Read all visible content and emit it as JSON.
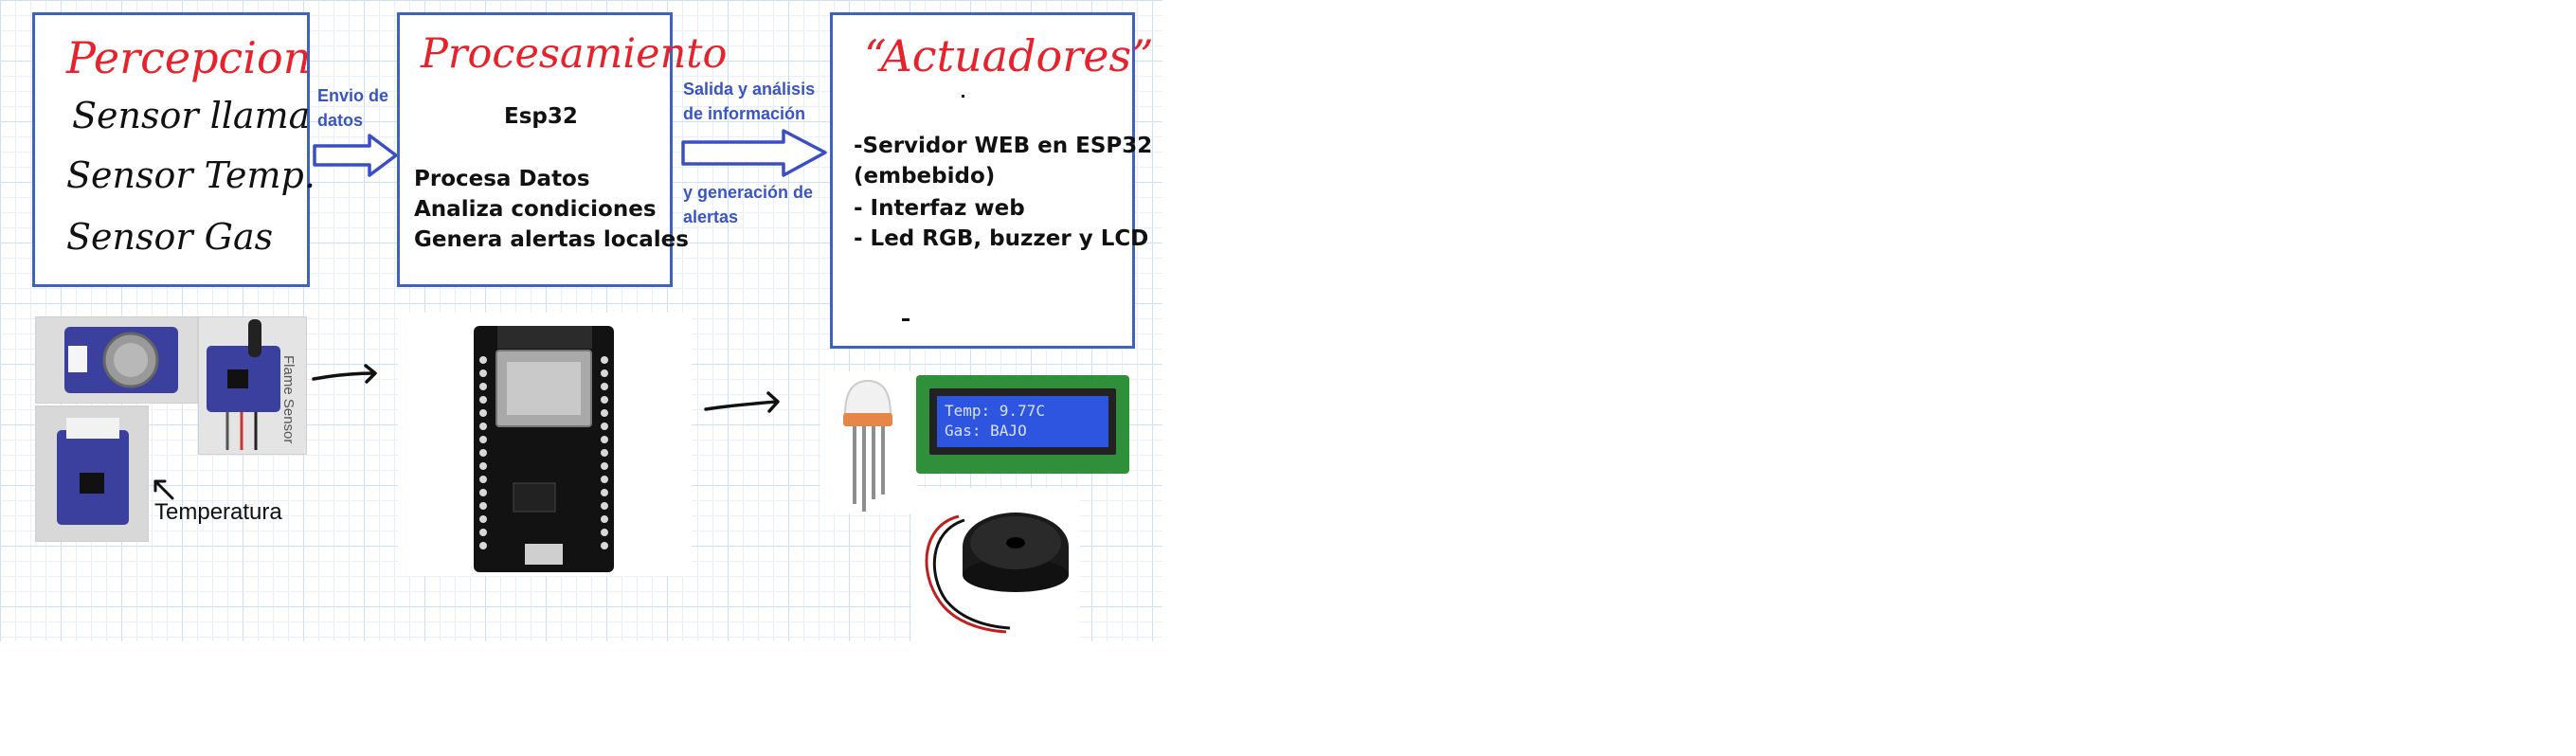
{
  "perception": {
    "title": "Percepcion",
    "items": [
      "Sensor llama",
      "Sensor Temp.",
      "Sensor Gas"
    ]
  },
  "processing": {
    "title": "Procesamiento",
    "chip": "Esp32",
    "items": [
      "Procesa Datos",
      "Analiza condiciones",
      "Genera alertas locales"
    ]
  },
  "actuators": {
    "title": "“Actuadores”",
    "items": [
      "-Servidor WEB en ESP32",
      "(embebido)",
      "- Interfaz web",
      "- Led RGB, buzzer y LCD"
    ]
  },
  "arrow_labels": {
    "send": [
      "Envio de",
      "datos"
    ],
    "output_top": [
      "Salida y análisis",
      "de información"
    ],
    "output_bottom": [
      "y generación de",
      "alertas"
    ]
  },
  "photos": {
    "flame_sensor_text": "Flame Sensor",
    "temperature_label": "Temperatura",
    "lcd_line1": "Temp: 9.77C",
    "lcd_line2": "Gas: BAJO"
  },
  "colors": {
    "box_border": "#3f63b8",
    "title_red": "#e4232c",
    "label_blue": "#3a55c0",
    "arrow_blue": "#3b4fc4"
  }
}
